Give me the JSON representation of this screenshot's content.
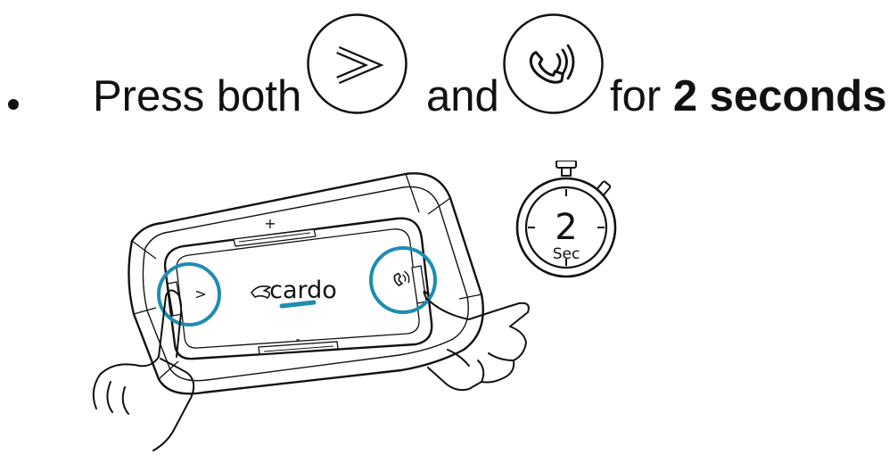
{
  "instruction": {
    "press_text": "Press both",
    "and_text": "and",
    "for_text": "for",
    "duration_text": "2 seconds"
  },
  "icons": {
    "next_button": "chevron-right-icon",
    "phone_button": "phone-call-icon"
  },
  "device": {
    "brand": "cardo",
    "left_button_symbol": ">",
    "top_button_symbol": "+",
    "bottom_button_symbol": "-",
    "highlight_color": "#1e8db0"
  },
  "timer": {
    "number": "2",
    "unit": "Sec"
  }
}
